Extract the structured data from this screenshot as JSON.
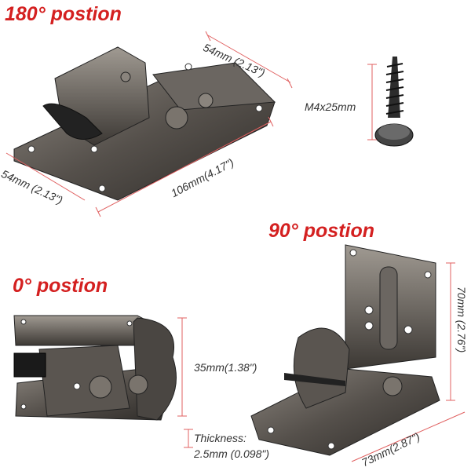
{
  "labels": {
    "pos180": "180° postion",
    "pos90": "90° postion",
    "pos0": "0° postion"
  },
  "dimensions": {
    "top_width": "54mm (2.13\")",
    "left_width": "54mm (2.13\")",
    "length": "106mm(4.17\")",
    "screw": "M4x25mm",
    "height0": "35mm(1.38\")",
    "height90": "70mm (2.76\")",
    "base90": "73mm(2.87\")",
    "thickness_line1": "Thickness:",
    "thickness_line2": "2.5mm (0.098\")"
  },
  "colors": {
    "label_red": "#d42020",
    "metal_dark": "#3a3734",
    "metal_mid": "#6b6661",
    "metal_light": "#a39d96",
    "dimension_line": "#e06060"
  }
}
